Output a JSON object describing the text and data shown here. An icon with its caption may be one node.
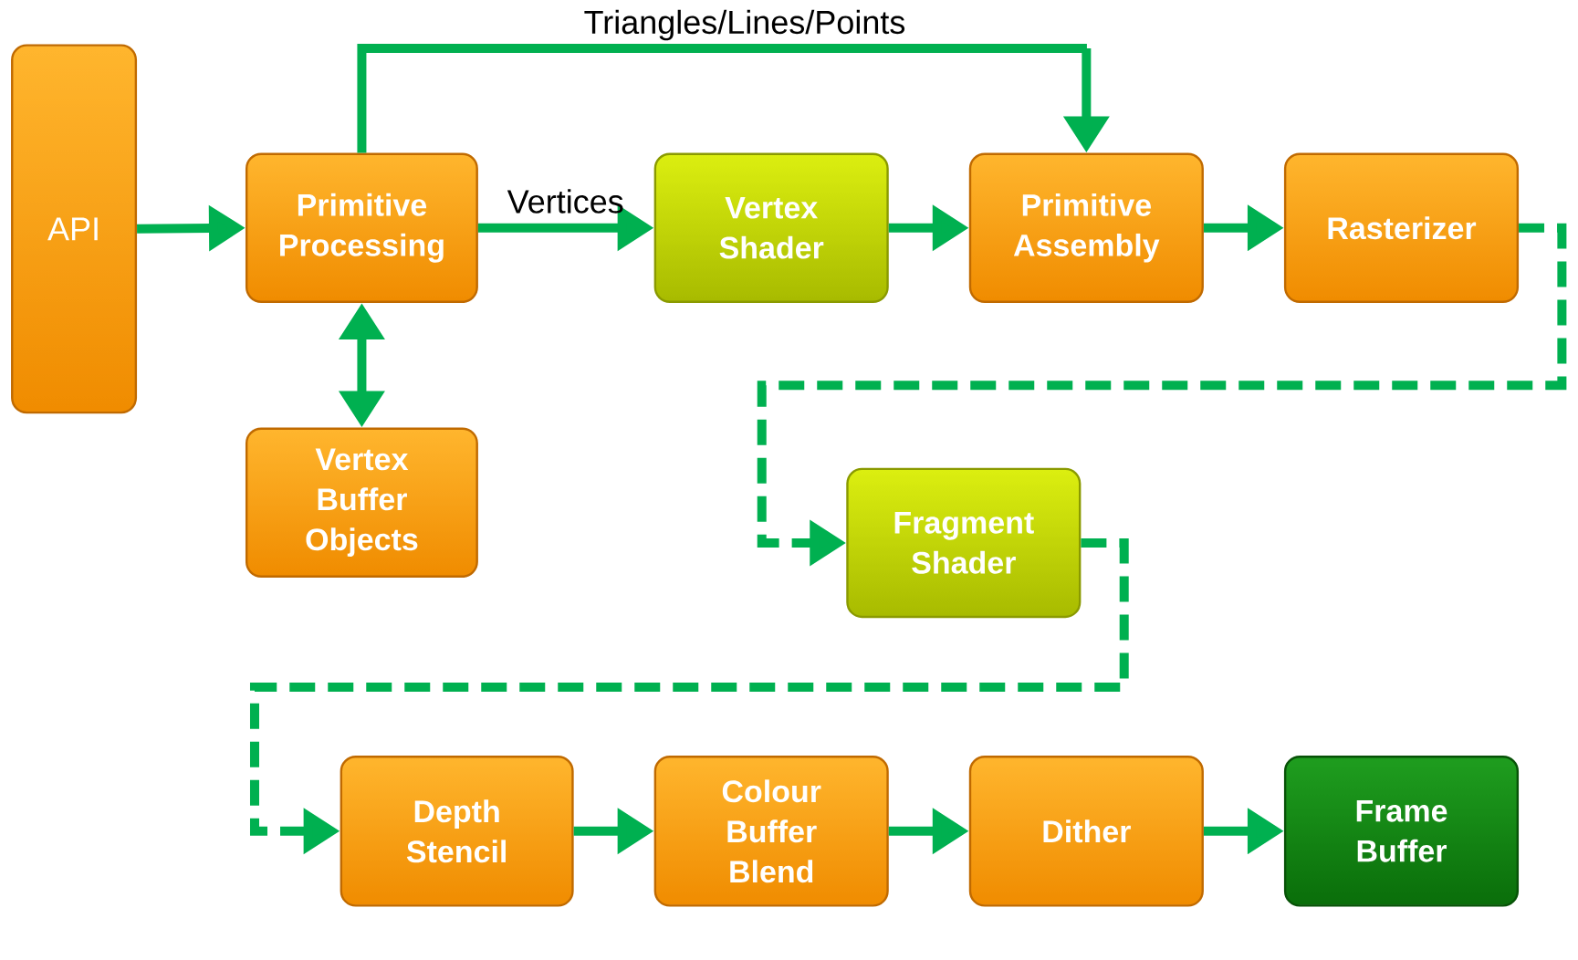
{
  "diagram": {
    "nodes": [
      {
        "text": [
          "API"
        ]
      },
      {
        "text": [
          "Primitive Processing"
        ]
      },
      {
        "text": [
          "Vertex Shader"
        ]
      },
      {
        "text": [
          "Primitive Assembly"
        ]
      },
      {
        "text": [
          "Rasterizer"
        ]
      },
      {
        "text": [
          "Vertex Buffer Objects"
        ]
      },
      {
        "text": [
          "Fragment Shader"
        ]
      },
      {
        "text": [
          "Depth Stencil"
        ]
      },
      {
        "text": [
          "Colour Buffer Blend"
        ]
      },
      {
        "text": [
          "Dither"
        ]
      },
      {
        "text": [
          "Frame Buffer"
        ]
      }
    ],
    "edges": [
      {
        "from": 0,
        "to": 1,
        "arrow": "to"
      },
      {
        "from": 1,
        "to": 2,
        "arrow": "to",
        "label": "Vertices"
      },
      {
        "from": 1,
        "to": 3,
        "arrow": "to",
        "label": "Triangles/Lines/Points"
      },
      {
        "from": 2,
        "to": 3,
        "arrow": "to"
      },
      {
        "from": 3,
        "to": 4,
        "arrow": "to"
      },
      {
        "from": 1,
        "to": 5,
        "arrow": "both"
      },
      {
        "from": 4,
        "to": 6,
        "arrow": "to",
        "style": "dashed"
      },
      {
        "from": 6,
        "to": 7,
        "arrow": "to",
        "style": "dashed"
      },
      {
        "from": 7,
        "to": 8,
        "arrow": "to"
      },
      {
        "from": 8,
        "to": 9,
        "arrow": "to"
      },
      {
        "from": 9,
        "to": 10,
        "arrow": "to"
      }
    ]
  }
}
